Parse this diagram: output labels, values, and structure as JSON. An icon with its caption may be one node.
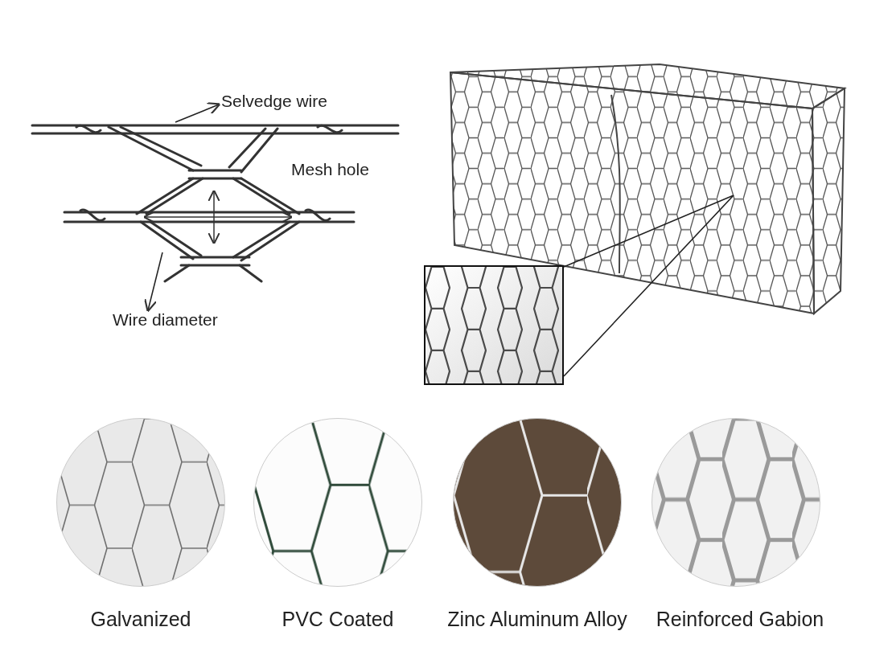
{
  "diagram": {
    "nodes": [
      {
        "text": [
          "Selvedge wire"
        ]
      },
      {
        "text": [
          "Wire diameter"
        ]
      },
      {
        "text": [],
        "shape": "picture"
      },
      {
        "text": [],
        "shape": "picture"
      }
    ],
    "edges": [
      {
        "from": null,
        "to": 0,
        "arrow": "to"
      },
      {
        "from": null,
        "to": 1,
        "arrow": "to"
      },
      {
        "from": 3,
        "to": 2,
        "arrow": "none"
      }
    ],
    "labels": [
      "Mesh hole",
      "Galvanized",
      "PVC Coated",
      "Zinc Aluminum Alloy",
      "Reinforced Gabion"
    ]
  }
}
